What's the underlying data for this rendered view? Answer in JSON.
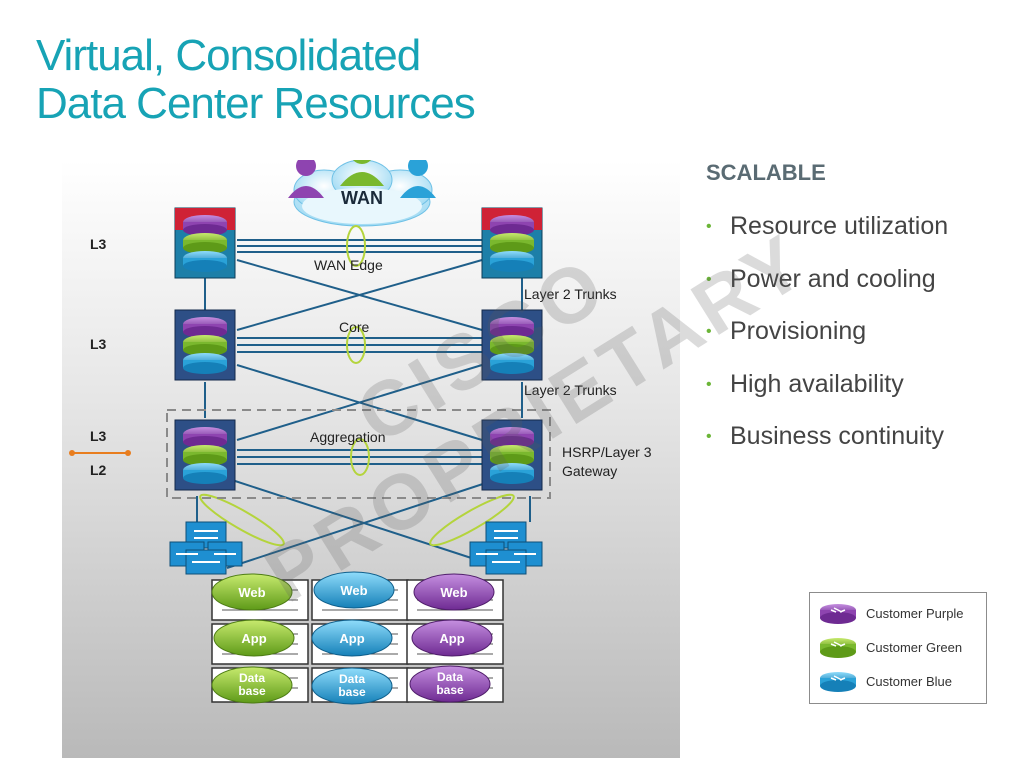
{
  "title": {
    "line1": "Virtual, Consolidated",
    "line2": "Data Center Resources"
  },
  "diagram": {
    "wan_label": "WAN",
    "layer_labels": [
      "L3",
      "L3",
      "L3",
      "L2"
    ],
    "wan_edge_label": "WAN Edge",
    "core_label": "Core",
    "aggregation_label": "Aggregation",
    "trunks_upper": "Layer 2 Trunks",
    "trunks_lower": "Layer 2 Trunks",
    "hsrp_line1": "HSRP/Layer 3",
    "hsrp_line2": "Gateway",
    "services": [
      {
        "web": "Web",
        "app": "App",
        "db1": "Data",
        "db2": "base",
        "color": "green"
      },
      {
        "web": "Web",
        "app": "App",
        "db1": "Data",
        "db2": "base",
        "color": "blue"
      },
      {
        "web": "Web",
        "app": "App",
        "db1": "Data",
        "db2": "base",
        "color": "purple"
      }
    ]
  },
  "panel": {
    "heading": "SCALABLE",
    "bullets": [
      "Resource utilization",
      "Power and cooling",
      "Provisioning",
      "High availability",
      "Business continuity"
    ]
  },
  "watermark": {
    "line1": "CISCO",
    "line2": "PROPRIETARY"
  },
  "legend": [
    {
      "label": "Customer Purple",
      "color": "#8e44b0"
    },
    {
      "label": "Customer Green",
      "color": "#7ab82e"
    },
    {
      "label": "Customer Blue",
      "color": "#2aa2d8"
    }
  ],
  "colors": {
    "title": "#17a3b5",
    "link": "#1f5f8a",
    "purple": "#8e44b0",
    "green": "#7ab82e",
    "blue": "#2aa2d8",
    "bullet": "#6bb537"
  }
}
